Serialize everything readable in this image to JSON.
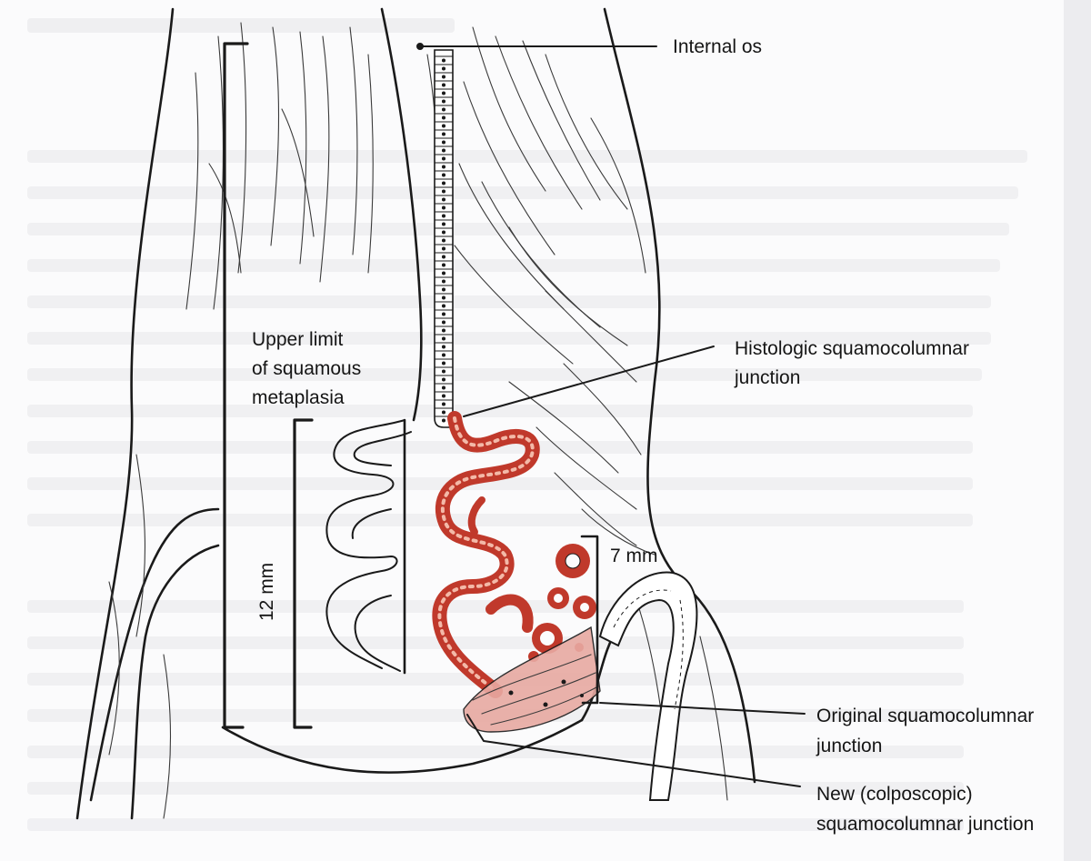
{
  "labels": {
    "internal_os": "Internal os",
    "histologic_line1": "Histologic squamocolumnar",
    "histologic_line2": "junction",
    "upper_limit_line1": "Upper limit",
    "upper_limit_line2": "of squamous",
    "upper_limit_line3": "metaplasia",
    "measure_12": "12 mm",
    "measure_7": "7 mm",
    "original_line1": "Original squamocolumnar",
    "original_line2": "junction",
    "new_line1": "New (colposcopic)",
    "new_line2": "squamocolumnar junction"
  },
  "colors": {
    "paper": "#fbfbfc",
    "bleed_text": "#c9c9cf",
    "ink": "#1a1a1a",
    "columnar_red": "#c0392b",
    "nucleus_fill": "#f3b9a8",
    "stroma_pink": "#e8aaa2"
  }
}
